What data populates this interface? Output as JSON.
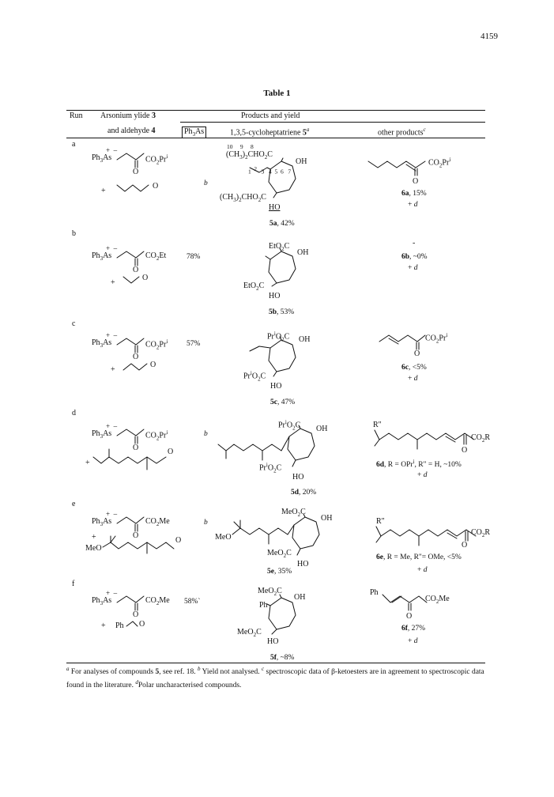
{
  "page_number": "4159",
  "table": {
    "title": "Table 1",
    "headers": {
      "run": "Run",
      "arsonium_line1": "Arsonium ylide 3",
      "arsonium_line2": "and aldehyde 4",
      "products_yield": "Products and yield",
      "ph3as": "Ph3As",
      "cycloheptatriene": "1,3,5-cycloheptatriene 5a",
      "other_products": "other products c"
    },
    "rows": [
      {
        "run": "a",
        "ylide_prefix": "Ph3As",
        "ylide_ester": "CO2Pri",
        "ylide_oxo": "O",
        "aldehyde_label": "O",
        "ph3as_yield": "b",
        "tropyl_top": "(CH3)2CHO2C",
        "tropyl_bottom": "(CH3)2CHO2C",
        "tropyl_oh": "OH",
        "tropyl_ho": "HO",
        "numbering": [
          "10",
          "9",
          "8",
          "1",
          "2",
          "3",
          "4",
          "5",
          "6",
          "7"
        ],
        "product_caption": "5a, 42%",
        "other_ester": "CO2Pri",
        "other_oxo": "O",
        "other_caption": "6a, 15%",
        "other_plus_d": "+ d"
      },
      {
        "run": "b",
        "ylide_prefix": "Ph3As",
        "ylide_ester": "CO2Et",
        "ylide_oxo": "O",
        "aldehyde_label": "O",
        "ph3as_yield": "78%",
        "tropyl_top": "EtO2C",
        "tropyl_bottom": "EtO2C",
        "tropyl_oh": "OH",
        "tropyl_ho": "HO",
        "product_caption": "5b, 53%",
        "other_dash": "-",
        "other_caption": "6b, ~0%",
        "other_plus_d": "+ d"
      },
      {
        "run": "c",
        "ylide_prefix": "Ph3As",
        "ylide_ester": "CO2Pri",
        "ylide_oxo": "O",
        "aldehyde_label": "O",
        "ph3as_yield": "57%",
        "tropyl_top": "PriO2C",
        "tropyl_bottom": "PriO2C",
        "tropyl_oh": "OH",
        "tropyl_ho": "HO",
        "product_caption": "5c, 47%",
        "other_ester": "CO2Pri",
        "other_oxo": "O",
        "other_caption": "6c, <5%",
        "other_plus_d": "+ d"
      },
      {
        "run": "d",
        "ylide_prefix": "Ph3As",
        "ylide_ester": "CO2Pri",
        "ylide_oxo": "O",
        "aldehyde_label": "O",
        "ph3as_yield": "b",
        "tropyl_top": "PriO2C",
        "tropyl_bottom": "PriO2C",
        "tropyl_oh": "OH",
        "tropyl_ho": "HO",
        "product_caption": "5d, 20%",
        "other_r": "R\"",
        "other_ester": "CO2R",
        "other_oxo": "O",
        "other_caption": "6d, R = OPri, R\" = H, ~10%",
        "other_plus_d": "+ d"
      },
      {
        "run": "e",
        "ylide_prefix": "Ph3As",
        "ylide_ester": "CO2Me",
        "ylide_oxo": "O",
        "aldehyde_label": "O",
        "aldehyde_meo": "MeO",
        "ph3as_yield": "b",
        "tropyl_top": "MeO2C",
        "tropyl_bottom": "MeO2C",
        "tropyl_oh": "OH",
        "tropyl_ho": "HO",
        "tropyl_meo": "MeO",
        "product_caption": "5e, 35%",
        "other_r": "R\"",
        "other_ester": "CO2R",
        "other_oxo": "O",
        "other_caption": "6e, R = Me, R\"= OMe, <5%",
        "other_plus_d": "+ d"
      },
      {
        "run": "f",
        "ylide_prefix": "Ph3As",
        "ylide_ester": "CO2Me",
        "ylide_oxo": "O",
        "aldehyde_label": "Ph",
        "aldehyde_o": "O",
        "ph3as_yield": "58%`",
        "tropyl_top": "MeO2C",
        "tropyl_ph": "Ph",
        "tropyl_bottom": "MeO2C",
        "tropyl_oh": "OH",
        "tropyl_ho": "HO",
        "product_caption": "5f, ~8%",
        "other_ph": "Ph",
        "other_ester": "CO2Me",
        "other_oxo": "O",
        "other_caption": "6f, 27%",
        "other_plus_d": "+ d"
      }
    ]
  },
  "footnotes": {
    "a": "a For analyses of compounds 5, see ref. 18.",
    "b": "b Yield not analysed.",
    "c": "c spectroscopic data of β-ketoesters are in agreement to spectroscopic data found in the literature.",
    "d": "dPolar uncharacterised compounds."
  }
}
